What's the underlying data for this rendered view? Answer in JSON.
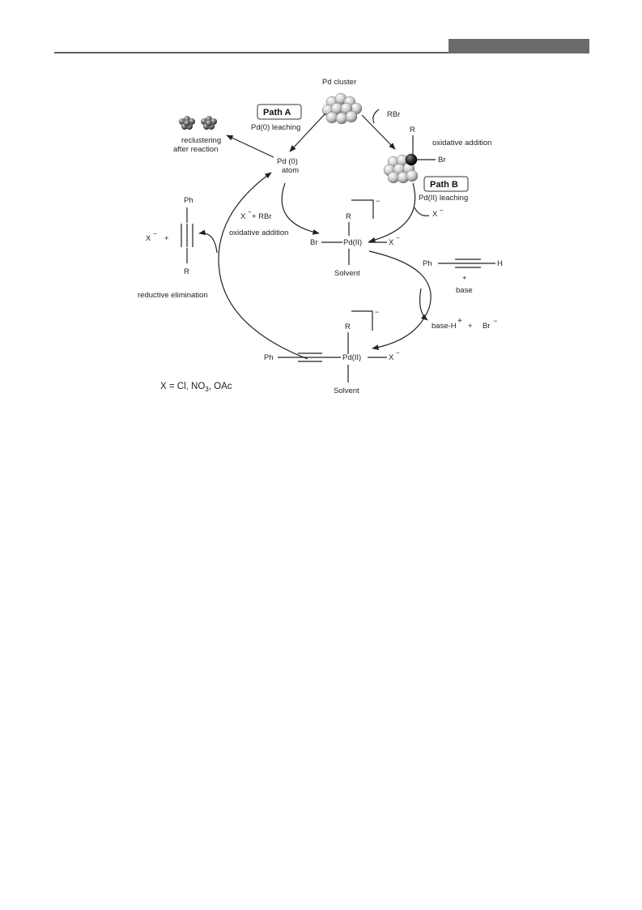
{
  "header": {
    "bar_color": "#6b6b6b"
  },
  "diagram": {
    "pd_cluster": "Pd cluster",
    "path_a": "Path A",
    "pd0_leaching": "Pd(0) leaching",
    "reclustering": "reclustering",
    "after_reaction": "after  reaction",
    "pd0_atom_line1": "Pd (0)",
    "pd0_atom_line2": "atom",
    "rbr_top": "RBr",
    "r_cluster": "R",
    "oxidative_addition_right": "oxidative addition",
    "br_cluster": "Br",
    "path_b": "Path B",
    "pd2_leaching": "Pd(II) leaching",
    "x_minus_right": "X",
    "x_minus_rbr": "X",
    "plus_rbr": "+  RBr",
    "oxidative_addition_left": "oxidative addition",
    "ph_top": "Ph",
    "x_minus_left": "X",
    "plus_left": "+",
    "r_alkyne_bottom": "R",
    "reductive_elimination": "reductive  elimination",
    "c1_r": "R",
    "c1_br": "Br",
    "c1_pd": "Pd(II)",
    "c1_x": "X",
    "c1_solvent": "Solvent",
    "alkyne_ph": "Ph",
    "alkyne_h": "H",
    "plus_base": "+",
    "base": "base",
    "base_h": "base-H",
    "plus_br": "+",
    "br_minus": "Br",
    "c2_r": "R",
    "c2_ph": "Ph",
    "c2_pd": "Pd(II)",
    "c2_x": "X",
    "c2_solvent": "Solvent",
    "x_def_prefix": "X = Cl, NO",
    "x_def_sub": "3",
    "x_def_suffix": ", OAc"
  }
}
